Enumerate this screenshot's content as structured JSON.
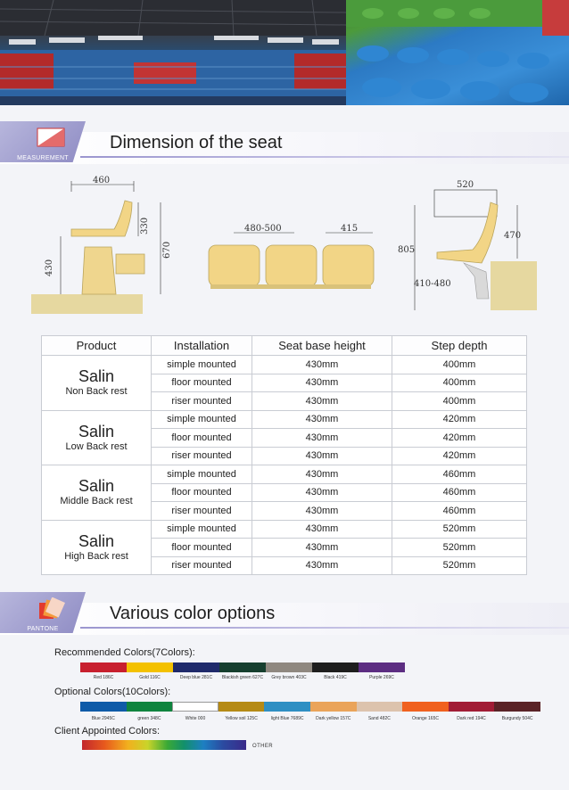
{
  "measurement_section": {
    "tab_label": "MEASUREMENT",
    "title": "Dimension of the seat"
  },
  "drawings": {
    "side_view": {
      "width": "460",
      "back_height": "330",
      "total_height": "670",
      "seat_height": "430"
    },
    "front_view": {
      "spacing": "480-500",
      "seat_width": "415"
    },
    "riser_view": {
      "width": "520",
      "total_height": "805",
      "back_height": "470",
      "offset": "410-480"
    }
  },
  "table": {
    "headers": [
      "Product",
      "Installation",
      "Seat base height",
      "Step depth"
    ],
    "groups": [
      {
        "name": "Salin",
        "sub": "Non Back rest",
        "rows": [
          {
            "installation": "simple mounted",
            "seat_height": "430mm",
            "step_depth": "400mm"
          },
          {
            "installation": "floor mounted",
            "seat_height": "430mm",
            "step_depth": "400mm"
          },
          {
            "installation": "riser mounted",
            "seat_height": "430mm",
            "step_depth": "400mm"
          }
        ]
      },
      {
        "name": "Salin",
        "sub": "Low Back rest",
        "rows": [
          {
            "installation": "simple mounted",
            "seat_height": "430mm",
            "step_depth": "420mm"
          },
          {
            "installation": "floor mounted",
            "seat_height": "430mm",
            "step_depth": "420mm"
          },
          {
            "installation": "riser mounted",
            "seat_height": "430mm",
            "step_depth": "420mm"
          }
        ]
      },
      {
        "name": "Salin",
        "sub": "Middle Back rest",
        "rows": [
          {
            "installation": "simple mounted",
            "seat_height": "430mm",
            "step_depth": "460mm"
          },
          {
            "installation": "floor mounted",
            "seat_height": "430mm",
            "step_depth": "460mm"
          },
          {
            "installation": "riser mounted",
            "seat_height": "430mm",
            "step_depth": "460mm"
          }
        ]
      },
      {
        "name": "Salin",
        "sub": "High Back rest",
        "rows": [
          {
            "installation": "simple mounted",
            "seat_height": "430mm",
            "step_depth": "520mm"
          },
          {
            "installation": "floor mounted",
            "seat_height": "430mm",
            "step_depth": "520mm"
          },
          {
            "installation": "riser mounted",
            "seat_height": "430mm",
            "step_depth": "520mm"
          }
        ]
      }
    ]
  },
  "color_section": {
    "tab_label": "PANTONE",
    "title": "Various color options",
    "recommended_label": "Recommended Colors(7Colors):",
    "recommended": [
      {
        "name": "Red 186C",
        "hex": "#c8202f"
      },
      {
        "name": "Gold 116C",
        "hex": "#f3c100"
      },
      {
        "name": "Deep blue 281C",
        "hex": "#1f2a6b"
      },
      {
        "name": "Blackish green 627C",
        "hex": "#163f2f"
      },
      {
        "name": "Grey brown 403C",
        "hex": "#8f8880"
      },
      {
        "name": "Black 419C",
        "hex": "#1e1e1e"
      },
      {
        "name": "Purple 269C",
        "hex": "#5c2d82"
      }
    ],
    "optional_label": "Optional Colors(10Colors):",
    "optional": [
      {
        "name": "Blue 2945C",
        "hex": "#0f5ba8"
      },
      {
        "name": "green 348C",
        "hex": "#10843f"
      },
      {
        "name": "White 000",
        "hex": "#ffffff"
      },
      {
        "name": "Yellow soil 125C",
        "hex": "#b58a16"
      },
      {
        "name": "light Blue 7689C",
        "hex": "#2f8fc3"
      },
      {
        "name": "Dark yellow 157C",
        "hex": "#eaa45a"
      },
      {
        "name": "Sand 482C",
        "hex": "#dcc3ad"
      },
      {
        "name": "Orange 165C",
        "hex": "#f0611f"
      },
      {
        "name": "Dark red 194C",
        "hex": "#a11d36"
      },
      {
        "name": "Burgundy 504C",
        "hex": "#5a2327"
      }
    ],
    "client_label": "Client  Appointed  Colors:",
    "other_label": "OTHER"
  }
}
